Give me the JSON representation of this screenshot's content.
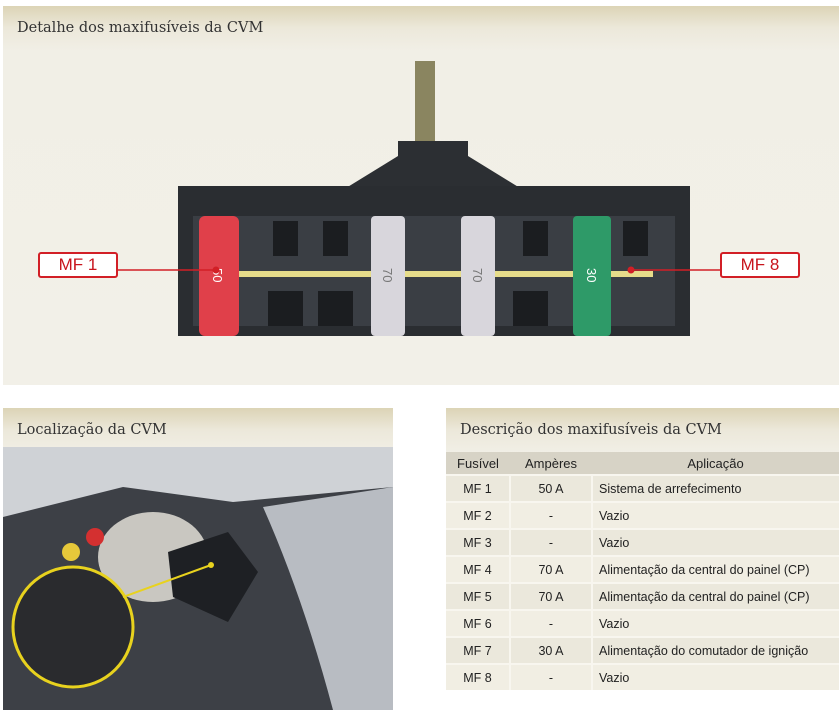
{
  "top_panel": {
    "title": "Detalhe dos maxifusíveis da CVM",
    "callout_left": "MF 1",
    "callout_right": "MF 8",
    "fuse_ratings": [
      "50",
      "70",
      "70",
      "30"
    ]
  },
  "location_panel": {
    "title": "Localização da CVM"
  },
  "description_panel": {
    "title": "Descrição dos maxifusíveis da CVM",
    "headers": [
      "Fusível",
      "Ampères",
      "Aplicação"
    ],
    "rows": [
      [
        "MF 1",
        "50 A",
        "Sistema de arrefecimento"
      ],
      [
        "MF 2",
        "-",
        "Vazio"
      ],
      [
        "MF 3",
        "-",
        "Vazio"
      ],
      [
        "MF 4",
        "70 A",
        "Alimentação da central do painel (CP)"
      ],
      [
        "MF 5",
        "70 A",
        "Alimentação da central do painel (CP)"
      ],
      [
        "MF 6",
        "-",
        "Vazio"
      ],
      [
        "MF 7",
        "30 A",
        "Alimentação do comutador de ignição"
      ],
      [
        "MF 8",
        "-",
        "Vazio"
      ]
    ]
  },
  "colors": {
    "callout_red": "#d21f26",
    "fuse_50": "#e0404a",
    "fuse_70": "#d8d6dc",
    "fuse_30": "#2e9a68"
  }
}
